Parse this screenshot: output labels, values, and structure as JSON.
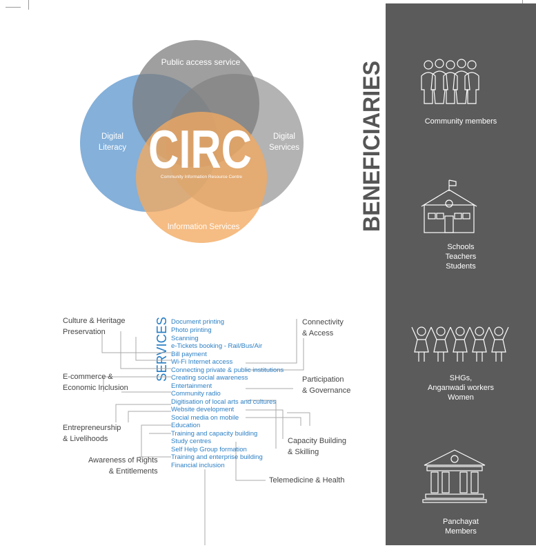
{
  "colors": {
    "sidebar_bg": "#5b5b5b",
    "service_text": "#2b7fc4",
    "circle_top": "#858585",
    "circle_left": "#6fa2d3",
    "circle_right": "#9a9a9a",
    "circle_bottom": "#f2a960",
    "connector": "#999999"
  },
  "venn": {
    "top": "Public access service",
    "left": [
      "Digital",
      "Literacy"
    ],
    "right": [
      "Digital",
      "Services"
    ],
    "bottom": "Information Services",
    "center_title": "CIRC",
    "center_subtitle": "Community Information Resource Centre"
  },
  "sidebar": {
    "heading": "BENEFICIARIES",
    "groups": [
      {
        "icon": "community-members-icon",
        "lines": [
          "Community members"
        ]
      },
      {
        "icon": "school-icon",
        "lines": [
          "Schools",
          "Teachers",
          "Students"
        ]
      },
      {
        "icon": "women-group-icon",
        "lines": [
          "SHGs,",
          "Anganwadi workers",
          "Women"
        ]
      },
      {
        "icon": "panchayat-building-icon",
        "lines": [
          "Panchayat",
          "Members"
        ]
      }
    ]
  },
  "services": {
    "heading": "SERVICES",
    "items": [
      "Document printing",
      "Photo printing",
      "Scanning",
      "e-Tickets booking - Rail/Bus/Air",
      "Bill payment",
      "Wi-Fi Internet access",
      "Connecting private & public institutions",
      "Creating social awareness",
      "Entertainment",
      "Community radio",
      "Digitisation of local arts and cultures",
      "Website development",
      "Social media on mobile",
      "Education",
      "Training and capacity building",
      "Study centres",
      "Self Help Group formation",
      "Training and enterprise building",
      "Financial inclusion"
    ],
    "categories": [
      {
        "id": "culture",
        "lines": [
          "Culture & Heritage",
          "Preservation"
        ]
      },
      {
        "id": "ecommerce",
        "lines": [
          "E-commerce &",
          "Economic Inclusion"
        ]
      },
      {
        "id": "entrepreneurship",
        "lines": [
          "Entrepreneurship",
          "& Livelihoods"
        ]
      },
      {
        "id": "rights",
        "lines": [
          "Awareness of Rights",
          "& Entitlements"
        ]
      },
      {
        "id": "connectivity",
        "lines": [
          "Connectivity",
          "& Access"
        ]
      },
      {
        "id": "participation",
        "lines": [
          "Participation",
          "& Governance"
        ]
      },
      {
        "id": "capacity",
        "lines": [
          "Capacity Building",
          "& Skilling"
        ]
      },
      {
        "id": "telemedicine",
        "lines": [
          "Telemedicine & Health"
        ]
      }
    ]
  }
}
